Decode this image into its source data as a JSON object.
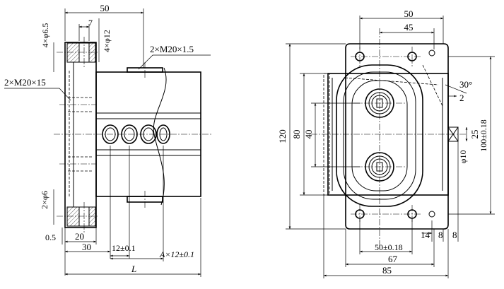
{
  "front_view": {
    "dim_top_width": "50",
    "dim_7": "7",
    "dim_phi12": "4×φ12",
    "dim_phi6_5": "4×φ6.5",
    "thread_right": "2×M20×1.5",
    "thread_left": "2×M20×15",
    "dim_phi6": "2×φ6",
    "dim_0_5": "0.5",
    "dim_20": "20",
    "dim_30": "30",
    "dim_12": "12±0.1",
    "dim_pitch": "A×12±0.1",
    "dim_L": "L"
  },
  "side_view": {
    "dim_50": "50",
    "dim_45": "45",
    "dim_120": "120",
    "dim_80": "80",
    "dim_40": "40",
    "dim_30deg": "30°",
    "dim_2": "2",
    "dim_25": "25",
    "dim_phi10": "φ10",
    "dim_100": "100±0.18",
    "dim_14": "14",
    "dim_8a": "8",
    "dim_8b": "8",
    "dim_50tol": "50±0.18",
    "dim_67": "67",
    "dim_85": "85"
  }
}
